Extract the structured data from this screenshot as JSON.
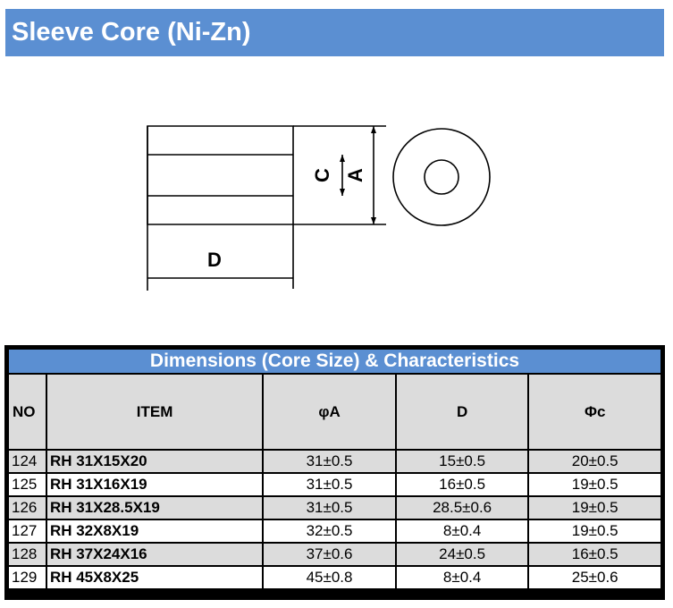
{
  "banner": {
    "title": "Sleeve Core (Ni-Zn)"
  },
  "drawing": {
    "label_c": "C",
    "label_a": "A",
    "label_d": "D"
  },
  "table": {
    "title": "Dimensions (Core Size) & Characteristics",
    "headers": [
      "NO",
      "ITEM",
      "φA",
      "D",
      "Φc"
    ],
    "rows": [
      [
        "124",
        "RH 31X15X20",
        "31±0.5",
        "15±0.5",
        "20±0.5"
      ],
      [
        "125",
        "RH 31X16X19",
        "31±0.5",
        "16±0.5",
        "19±0.5"
      ],
      [
        "126",
        "RH 31X28.5X19",
        "31±0.5",
        "28.5±0.6",
        "19±0.5"
      ],
      [
        "127",
        "RH 32X8X19",
        "32±0.5",
        "8±0.4",
        "19±0.5"
      ],
      [
        "128",
        "RH 37X24X16",
        "37±0.6",
        "24±0.5",
        "16±0.5"
      ],
      [
        "129",
        "RH 45X8X25",
        "45±0.8",
        "8±0.4",
        "25±0.6"
      ]
    ]
  }
}
